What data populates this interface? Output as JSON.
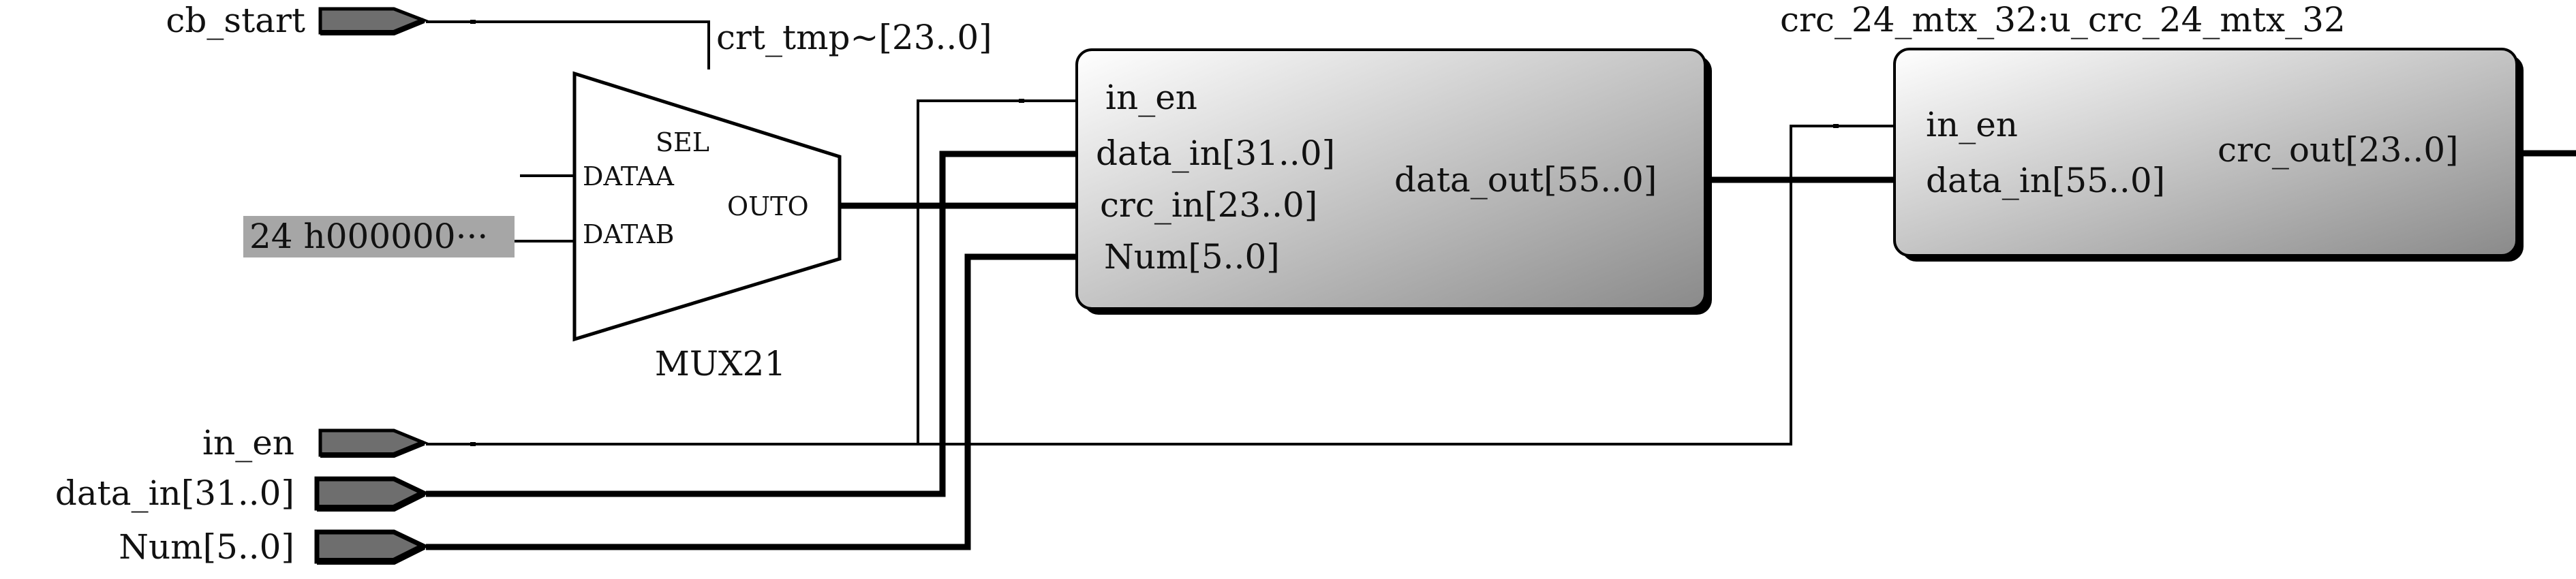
{
  "colors": {
    "wire": "#000000",
    "port_fill": "#6e6e6e",
    "const_bg": "#a6a6a6",
    "block_gradient_light": "#ffffff",
    "block_gradient_dark": "#8a8a8a"
  },
  "inputs": {
    "cb_start": "cb_start",
    "in_en": "in_en",
    "data_in": "data_in[31..0]",
    "num": "Num[5..0]"
  },
  "mux": {
    "name": "MUX21",
    "sel": "SEL",
    "dataa": "DATAA",
    "datab": "DATAB",
    "out": "OUTO",
    "out_net": "crt_tmp~[23..0]",
    "const_value": "24 h000000···"
  },
  "block1": {
    "in_en": "in_en",
    "data_in": "data_in[31..0]",
    "crc_in": "crc_in[23..0]",
    "num": "Num[5..0]",
    "data_out": "data_out[55..0]"
  },
  "block2": {
    "title": "crc_24_mtx_32:u_crc_24_mtx_32",
    "in_en": "in_en",
    "data_in": "data_in[55..0]",
    "crc_out": "crc_out[23..0]"
  }
}
